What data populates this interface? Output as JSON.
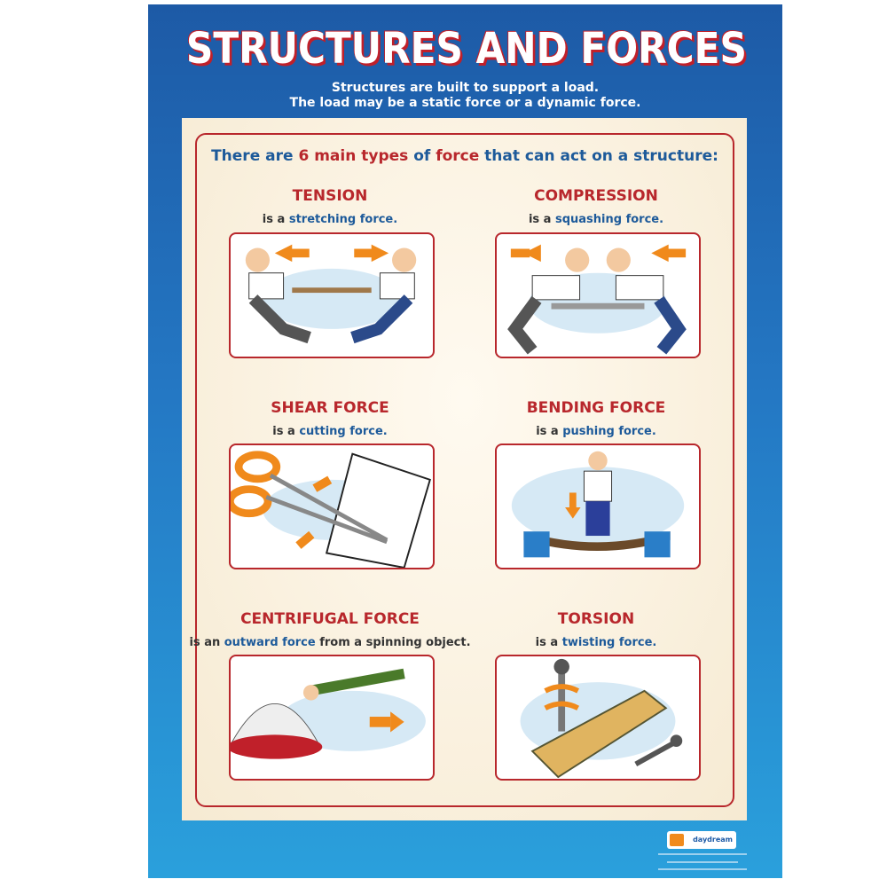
{
  "title": "STRUCTURES AND FORCES",
  "subtitle": [
    "Structures are built to support a load.",
    "The load may be a static force or a dynamic force."
  ],
  "intro": {
    "a": "There are ",
    "b": "6 main types ",
    "c": "of ",
    "d": "force ",
    "e": "that can act on a structure:"
  },
  "forces": [
    {
      "name": "TENSION",
      "pre": "is a ",
      "key": "stretching force.",
      "post": ""
    },
    {
      "name": "COMPRESSION",
      "pre": "is a ",
      "key": "squashing force.",
      "post": ""
    },
    {
      "name": "SHEAR FORCE",
      "pre": "is a ",
      "key": "cutting force.",
      "post": ""
    },
    {
      "name": "BENDING FORCE",
      "pre": "is a ",
      "key": "pushing force.",
      "post": ""
    },
    {
      "name": "CENTRIFUGAL FORCE",
      "pre": "is an ",
      "key": "outward force",
      "post": " from a spinning object."
    },
    {
      "name": "TORSION",
      "pre": "is a ",
      "key": "twisting force.",
      "post": ""
    }
  ],
  "logo": "daydream"
}
